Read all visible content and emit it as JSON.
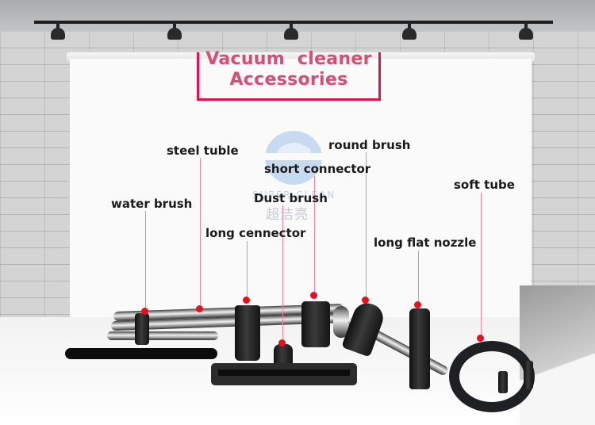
{
  "title": {
    "line1": "Vacuum  cleaner",
    "line2": "Accessories",
    "color": "#d94c74",
    "frame_color": "#e5104e"
  },
  "watermark": {
    "logo": "super-clean-logo",
    "text": "SUPER CLEAN",
    "chinese": "超洁亮"
  },
  "labels": [
    {
      "id": "steel-tube",
      "text": "steel tuble"
    },
    {
      "id": "round-brush",
      "text": "round brush"
    },
    {
      "id": "short-connector",
      "text": "short connector"
    },
    {
      "id": "water-brush",
      "text": "water brush"
    },
    {
      "id": "dust-brush",
      "text": "Dust brush"
    },
    {
      "id": "long-connector",
      "text": "long cennector"
    },
    {
      "id": "soft-tube",
      "text": "soft tube"
    },
    {
      "id": "long-flat-nozzle",
      "text": "long flat nozzle"
    }
  ],
  "colors": {
    "pointer_dot": "#e8101e",
    "pointer_line": "#ef8a9e",
    "label_text": "#1a1a1a"
  }
}
